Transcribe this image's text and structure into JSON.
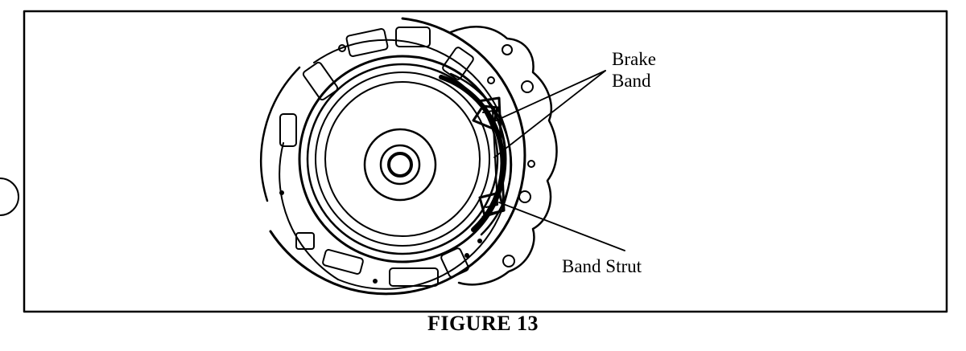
{
  "figure": {
    "caption": "FIGURE 13",
    "callouts": {
      "brake_band_line1": "Brake",
      "brake_band_line2": "Band",
      "band_strut": "Band Strut"
    }
  },
  "colors": {
    "ink": "#000000",
    "paper": "#ffffff"
  }
}
